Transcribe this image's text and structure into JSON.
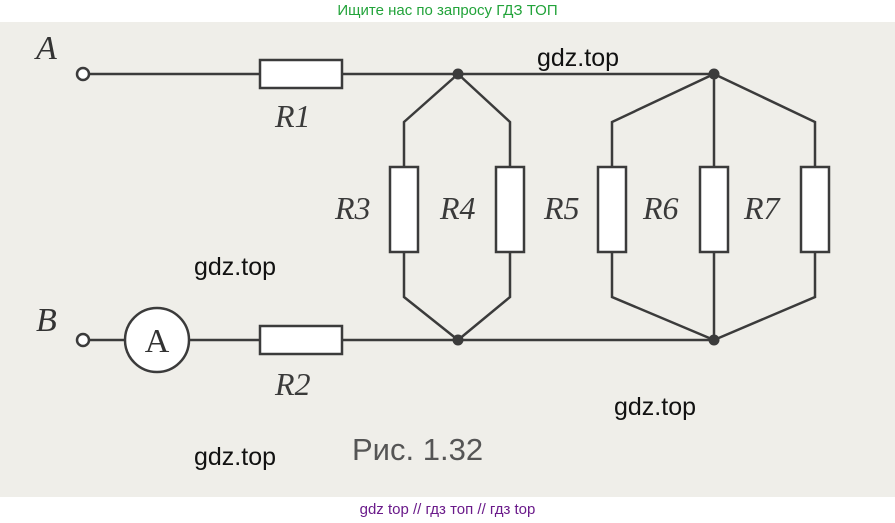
{
  "banner_top": "Ищите нас по запросу ГДЗ ТОП",
  "banner_bottom": "gdz top  //  гдз топ  //  гдз top",
  "watermark": "gdz.top",
  "caption": "Рис. 1.32",
  "terminals": {
    "a": "A",
    "b": "B"
  },
  "ammeter": "A",
  "resistors": {
    "r1": "R1",
    "r2": "R2",
    "r3": "R3",
    "r4": "R4",
    "r5": "R5",
    "r6": "R6",
    "r7": "R7"
  },
  "colors": {
    "banner_top": "#22a33a",
    "banner_bottom": "#6a1a8a",
    "wire": "#3b3b3b"
  }
}
